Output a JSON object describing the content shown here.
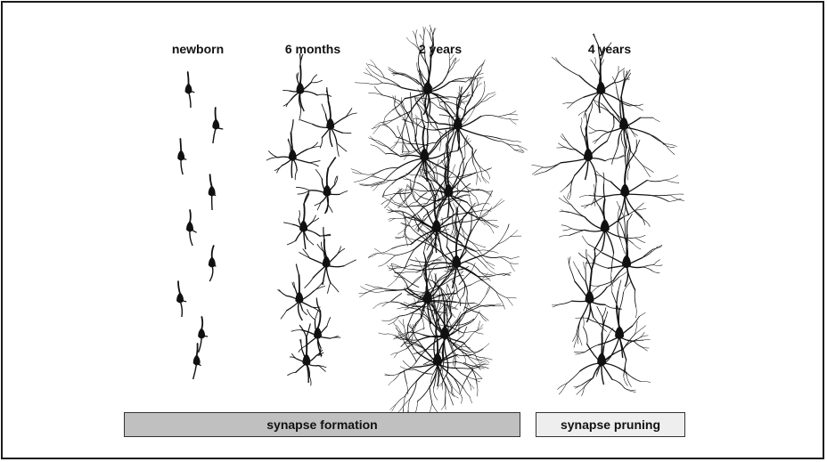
{
  "stages": [
    {
      "label": "newborn",
      "density": "sparse"
    },
    {
      "label": "6 months",
      "density": "moderate"
    },
    {
      "label": "2 years",
      "density": "dense"
    },
    {
      "label": "4 years",
      "density": "pruned"
    }
  ],
  "bars": {
    "formation": {
      "label": "synapse formation",
      "fill": "#c0c0c0"
    },
    "pruning": {
      "label": "synapse pruning",
      "fill": "#eeeeee"
    }
  },
  "colors": {
    "neuron": "#111111",
    "frame": "#1a1a1a"
  }
}
